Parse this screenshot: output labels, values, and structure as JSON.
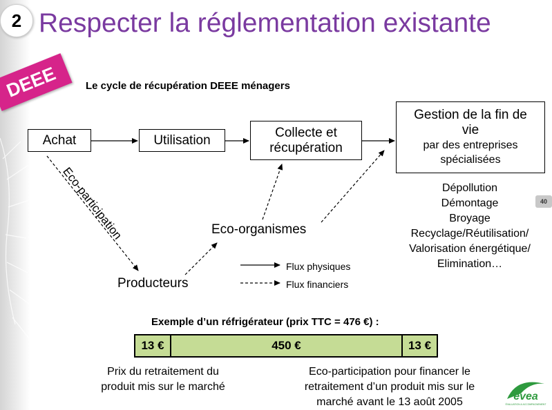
{
  "slide": {
    "number": "2",
    "title": "Respecter la réglementation existante",
    "tag": "DEEE",
    "subtitle": "Le cycle de récupération DEEE ménagers",
    "page": "40"
  },
  "nodes": {
    "achat": "Achat",
    "utilisation": "Utilisation",
    "collecte_l1": "Collecte et",
    "collecte_l2": "récupération",
    "gestion_l1": "Gestion de la fin de",
    "gestion_l2": "vie",
    "gestion_l3": "par des entreprises",
    "gestion_l4": "spécialisées",
    "eco_organismes": "Eco-organismes",
    "producteurs": "Producteurs",
    "eco_participation": "Eco-participation"
  },
  "steps": [
    "Dépollution",
    "Démontage",
    "Broyage",
    "Recyclage/Réutilisation/",
    "Valorisation énergétique/",
    "Elimination…"
  ],
  "legend": {
    "physical": "Flux physiques",
    "financial": "Flux financiers"
  },
  "example": {
    "title": "Exemple d’un réfrigérateur (prix TTC = 476 €) :",
    "segments": [
      "13 €",
      "450 €",
      "13 €"
    ],
    "left_caption_l1": "Prix du retraitement du",
    "left_caption_l2": "produit mis sur le marché",
    "right_caption_l1": "Eco-participation pour financer le",
    "right_caption_l2": "retraitement d’un produit mis sur le",
    "right_caption_l3": "marché avant le 13 août 2005"
  },
  "logo": {
    "name": "evea",
    "tagline": "ÉVALUATION & ACCOMPAGNEMENT",
    "color": "#2e9a3e"
  },
  "colors": {
    "title": "#7a3aa0",
    "tag": "#d6248a",
    "bar": "#c5dc95"
  }
}
